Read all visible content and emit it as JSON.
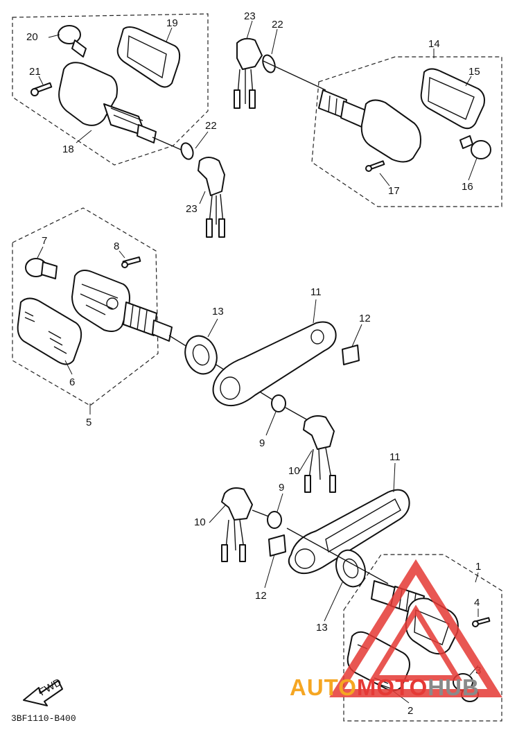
{
  "diagram": {
    "drawing_code": "3BF1110-B400",
    "fwd_label": "FWD",
    "callouts": {
      "c1": "1",
      "c2": "2",
      "c3": "3",
      "c4": "4",
      "c5": "5",
      "c6": "6",
      "c7": "7",
      "c8": "8",
      "c9a": "9",
      "c9b": "9",
      "c10a": "10",
      "c10b": "10",
      "c11a": "11",
      "c11b": "11",
      "c12a": "12",
      "c12b": "12",
      "c13a": "13",
      "c13b": "13",
      "c14": "14",
      "c15": "15",
      "c16": "16",
      "c17": "17",
      "c18": "18",
      "c19": "19",
      "c20": "20",
      "c21": "21",
      "c22a": "22",
      "c22b": "22",
      "c23a": "23",
      "c23b": "23"
    }
  },
  "watermark": {
    "text_a": "AUTO",
    "text_b": "MOTO",
    "text_c": "HUB",
    "color_orange": "#f5a623",
    "color_red": "#e53935",
    "color_gray": "#8a8a8a"
  }
}
